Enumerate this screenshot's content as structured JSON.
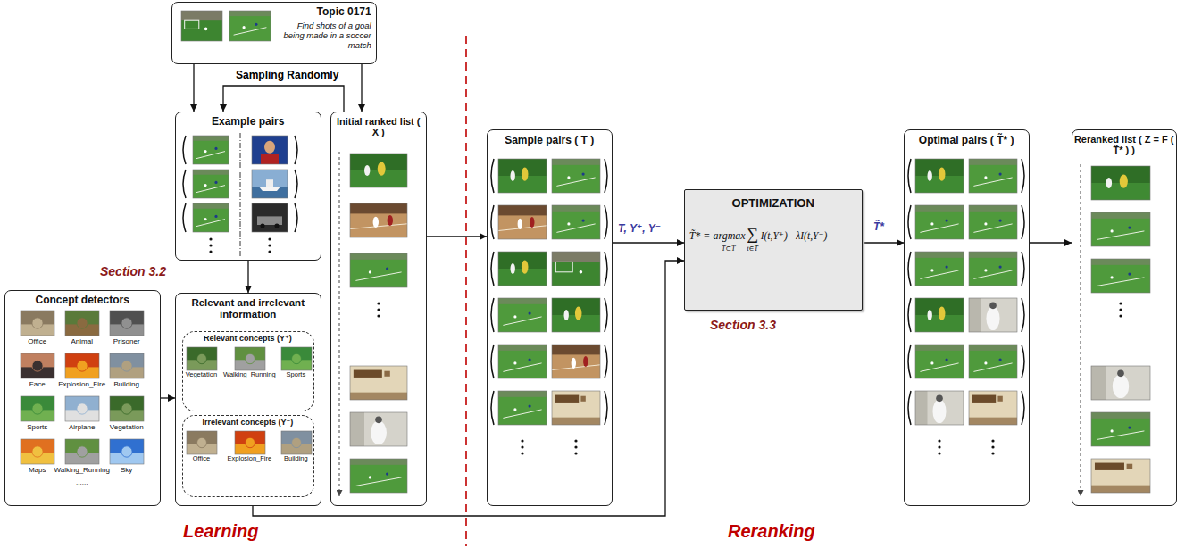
{
  "diagram": {
    "nodes": [
      {
        "text": [
          "Topic 0171",
          "Find shots of a goal being made in a soccer match"
        ]
      },
      {
        "text": [
          "Example pairs"
        ]
      },
      {
        "text": [
          "Initial ranked list ( X )"
        ]
      },
      {
        "text": [
          "Concept detectors",
          "Office",
          "Animal",
          "Prisoner",
          "Face",
          "Explosion_Fire",
          "Building",
          "Sports",
          "Airplane",
          "Vegetation",
          "Maps",
          "Walking_Running",
          "Sky",
          "......"
        ]
      },
      {
        "text": [
          "Relevant and irrelevant information"
        ]
      },
      {
        "text": [
          "Relevant concepts (Y⁺)",
          "Vegetation",
          "Walking_Running",
          "Sports"
        ],
        "in": 4
      },
      {
        "text": [
          "Irrelevant concepts (Y⁻)",
          "Office",
          "Explosion_Fire",
          "Building"
        ],
        "in": 4
      },
      {
        "text": [
          "Sample pairs ( T )"
        ]
      },
      {
        "text": [
          "OPTIMIZATION",
          "T̃* = argmax",
          "T̃⊂T",
          "∑",
          "t∈T̃",
          "I(t,Y⁺) - λI(t,Y⁻)"
        ]
      },
      {
        "text": [
          "Optimal pairs ( T̃* )"
        ]
      },
      {
        "text": [
          "Reranked list ( Z = F ( T̃* ) )"
        ]
      }
    ],
    "edges": [
      {
        "from": 0,
        "to": 1,
        "arrow": "to"
      },
      {
        "from": 0,
        "to": 2,
        "arrow": "to"
      },
      {
        "from": 2,
        "to": 1,
        "arrow": "to",
        "label": "Sampling Randomly"
      },
      {
        "from": 1,
        "to": 4,
        "arrow": "to"
      },
      {
        "from": 3,
        "to": 4,
        "arrow": "to"
      },
      {
        "from": 2,
        "to": 7,
        "arrow": "to"
      },
      {
        "from": 7,
        "to": 8,
        "arrow": "to",
        "label": "T, Y⁺, Y⁻"
      },
      {
        "from": 4,
        "to": 8,
        "arrow": "to"
      },
      {
        "from": 8,
        "to": 9,
        "arrow": "to",
        "label": "T̃*"
      },
      {
        "from": 9,
        "to": 10,
        "arrow": "to"
      }
    ],
    "labels": [
      "Section 3.2",
      "Section 3.3",
      "Learning",
      "Reranking"
    ]
  }
}
